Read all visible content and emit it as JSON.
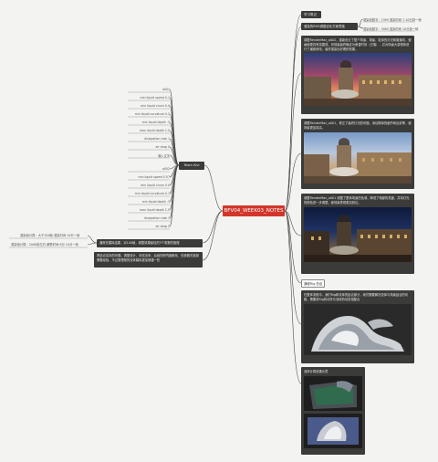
{
  "root": {
    "title": "BFV04_WEEK03_NOTES"
  },
  "left_branch": {
    "title": "Team Kivi",
    "props": [
      "a001",
      "min liquid speed 0.1",
      "min liquid churn 0.0",
      "min liquid curvature 0.2",
      "min liquid depth -3",
      "max liquid depth 1.5",
      "dissipation rate 1",
      "air drag 0",
      "输入文字",
      "a002",
      "min liquid speed 0.07",
      "min liquid churn 0.0",
      "min liquid curvature 0.1",
      "min liquid depth -3",
      "max liquid depth 1.5",
      "dissipation rate 1",
      "air drag 2"
    ]
  },
  "left_notes": {
    "item1": "通常在模拟结果，对100帧，调整效果最佳的3个参数的值做",
    "sub1": "渲染帧计算：大于300帧 渲染时间 10分一帧",
    "sub2": "渲染帧计算：2000帧左右 解算时间 8分 10分一帧",
    "item2": "再结合实际的问题，调整设计，测试出来，后续的研究细致化，但参数的选择需要经验，不过更理想的流体模拟更加便捷一些"
  },
  "right_branch": {
    "title": "学习笔记",
    "render_title": "渲染的RMS调整优化方案思路",
    "render_leaf1": "渲染帧数字：15Mi 渲染时间 7-10分钟一帧",
    "render_leaf2": "渲染帧数字：50Mi 渲染时间 10分钟一帧",
    "card1": "调整RenderMan_a002，重新设计了整个背景、场景、粒体的灯光和摄像机，使画面更具有氛围感，将场景最终确定为黄昏时刻（日落），并对场景大量物体进行了细致修改，最终渲染出好看的效果。",
    "card2": "调整RenderMan_a001，修正了最终灯光的问题，添加物体的细节和反射率，使场景更加真实。",
    "card3": "调整RenderMan_a001 调整了整体场景的色调，降低了暗部的亮度，并将灯光的颜色进一步调整，使场景表现更加到位。",
    "rig_title": "通程Rig 总结",
    "card4": "在整体流程中，我们Rig和流体的结合部分，我们需要解决流体与场景结合的问题，需要将Rig的动作与流体的动态相配合",
    "sim_title": "流体计算效果示意"
  }
}
